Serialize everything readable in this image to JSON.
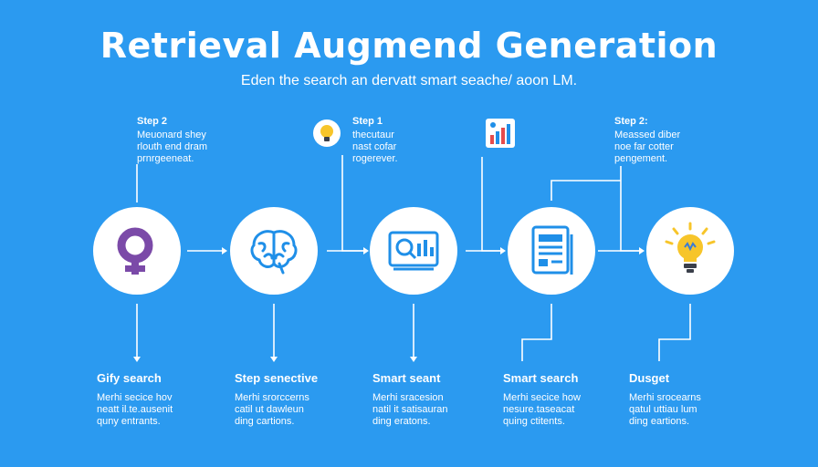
{
  "header": {
    "title": "Retrieval Augmend Generation",
    "subtitle": "Eden the search an dervatt smart seache/ aoon LM."
  },
  "top_notes": [
    {
      "step": "Step 2",
      "desc": "Meuonard shey\nrlouth end dram\nprnrgeeneat."
    },
    {
      "step": "Step 1",
      "desc": "thecutaur\nnast cofar\nrogerever."
    },
    {
      "step": "Step 2:",
      "desc": "Meassed diber\nnoe far cotter\npengement."
    }
  ],
  "nodes": [
    {
      "icon": "venus-symbol-icon"
    },
    {
      "icon": "brain-icon"
    },
    {
      "icon": "search-chart-icon"
    },
    {
      "icon": "document-icon"
    },
    {
      "icon": "lightbulb-icon"
    }
  ],
  "bottom_labels": [
    {
      "label": "Gify search",
      "desc": "Merhi secice hov\nneatt il.te.ausenit\nquny entrants."
    },
    {
      "label": "Step senective",
      "desc": "Merhi srorccerns\ncatil ut dawleun\nding cartions."
    },
    {
      "label": "Smart seant",
      "desc": "Merhi sracesion\nnatil it satisauran\nding eratons."
    },
    {
      "label": "Smart search",
      "desc": "Merhi secice how\nnesure.taseacat\nquing ctitents."
    },
    {
      "label": "Dusget",
      "desc": "Merhi srocearns\nqatul uttiau lum\nding eartions."
    }
  ],
  "colors": {
    "background": "#2b9af0",
    "node_fill": "#ffffff",
    "accent_purple": "#7b4aa8",
    "accent_blue": "#1f8fe8",
    "accent_yellow": "#f7c52a"
  }
}
